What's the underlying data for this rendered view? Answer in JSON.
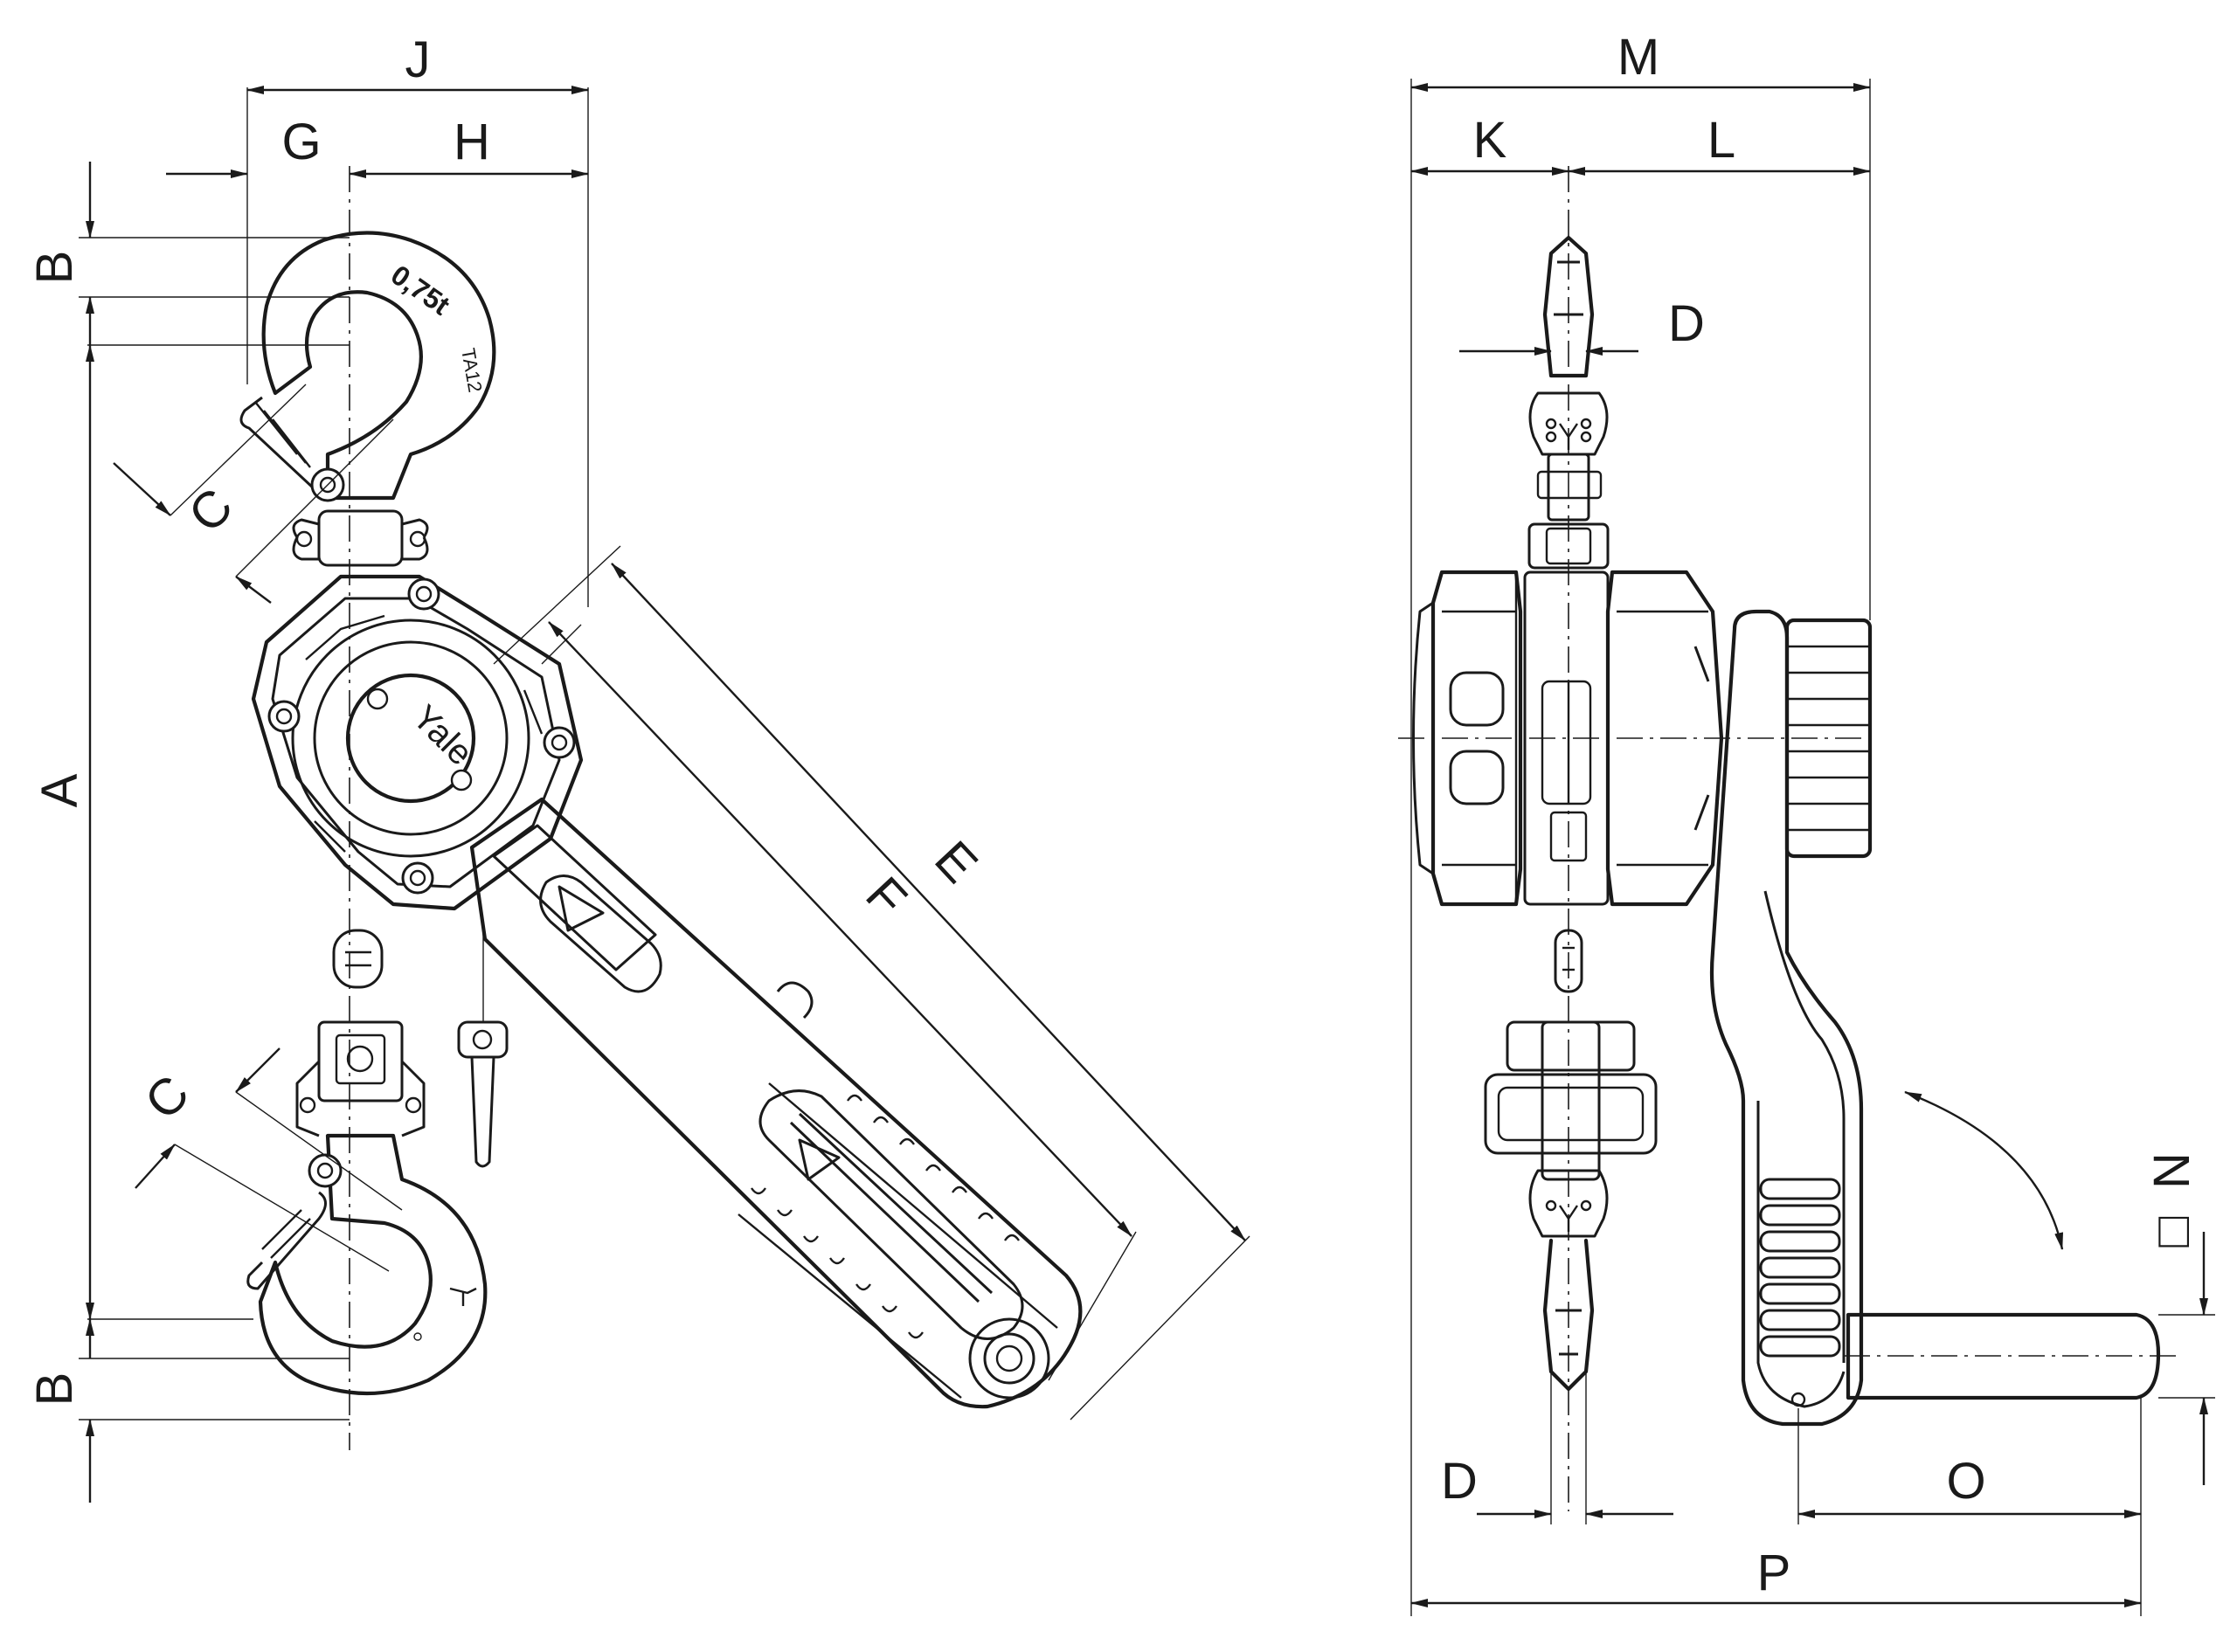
{
  "dimension_labels": {
    "A": "A",
    "B_top": "B",
    "B_bottom": "B",
    "C_top": "C",
    "C_bottom": "C",
    "D_top": "D",
    "D_bottom": "D",
    "E": "E",
    "F": "F",
    "G": "G",
    "H": "H",
    "J": "J",
    "K": "K",
    "L": "L",
    "M": "M",
    "N": "N",
    "O": "O",
    "P": "P"
  },
  "markings": {
    "capacity": "0,75t",
    "hook_code": "TA12",
    "brand": "Yale",
    "square_symbol": "□"
  },
  "colors": {
    "line": "#1a1a1a",
    "background": "#ffffff"
  }
}
